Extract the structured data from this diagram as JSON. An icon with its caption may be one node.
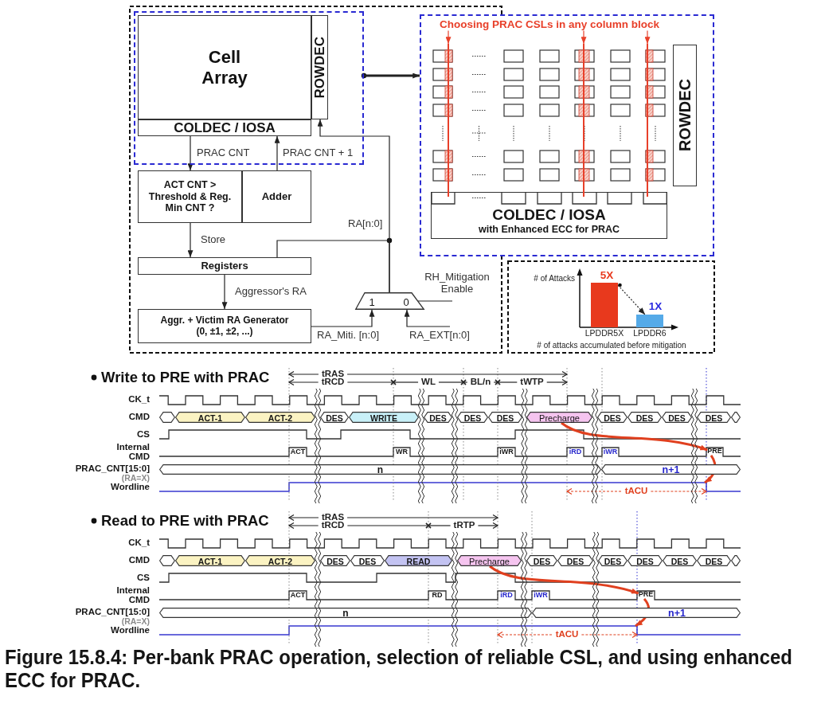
{
  "diagram": {
    "caption": "Figure 15.8.4: Per-bank PRAC operation, selection of reliable CSL, and using enhanced ECC for PRAC.",
    "nodes": [
      {
        "text": [],
        "shape": "box"
      },
      {
        "text": [
          "Cell Array"
        ],
        "in": 0
      },
      {
        "text": [
          "ROWDEC"
        ],
        "in": 0
      },
      {
        "text": [
          "COLDEC / IOSA"
        ],
        "in": 0
      },
      {
        "text": [
          "ACT CNT > Threshold & Reg. Min CNT ?"
        ]
      },
      {
        "text": [
          "Adder"
        ]
      },
      {
        "text": [
          "Registers"
        ]
      },
      {
        "text": [
          "Aggr. + Victim RA Generator (0, ±1, ±2, ...)"
        ]
      },
      {
        "text": [
          "1",
          "0"
        ]
      },
      {
        "text": [],
        "shape": "box"
      },
      {
        "text": [
          "Choosing PRAC CSLs in any column block"
        ],
        "in": 9
      },
      {
        "text": [
          "ROWDEC"
        ],
        "in": 9
      },
      {
        "text": [
          "COLDEC / IOSA",
          "with Enhanced ECC for PRAC"
        ],
        "in": 9
      },
      {
        "text": [],
        "shape": "hexagon"
      },
      {
        "text": [
          "ACT-1"
        ]
      },
      {
        "text": [
          "ACT-2"
        ]
      },
      {
        "text": [
          "DES"
        ]
      },
      {
        "text": [
          "WRITE"
        ]
      },
      {
        "text": [
          "DES"
        ]
      },
      {
        "text": [
          "DES"
        ]
      },
      {
        "text": [
          "DES"
        ]
      },
      {
        "text": [
          "Precharge"
        ]
      },
      {
        "text": [
          "DES"
        ]
      },
      {
        "text": [
          "DES"
        ]
      },
      {
        "text": [
          "DES"
        ]
      },
      {
        "text": [
          "DES"
        ]
      },
      {
        "text": [],
        "shape": "hexagon"
      },
      {
        "text": [
          "PRE"
        ]
      },
      {
        "text": [
          "n"
        ]
      },
      {
        "text": [
          "n+1"
        ]
      },
      {
        "text": [],
        "shape": "hexagon"
      },
      {
        "text": [
          "ACT-1"
        ]
      },
      {
        "text": [
          "ACT-2"
        ]
      },
      {
        "text": [
          "DES"
        ]
      },
      {
        "text": [
          "DES"
        ]
      },
      {
        "text": [
          "READ"
        ]
      },
      {
        "text": [
          "Precharge"
        ]
      },
      {
        "text": [
          "DES"
        ]
      },
      {
        "text": [
          "DES"
        ]
      },
      {
        "text": [
          "DES"
        ]
      },
      {
        "text": [
          "DES"
        ]
      },
      {
        "text": [
          "DES"
        ]
      },
      {
        "text": [
          "DES"
        ]
      },
      {
        "text": [],
        "shape": "hexagon"
      },
      {
        "text": [
          "PRE"
        ]
      },
      {
        "text": [
          "n"
        ]
      },
      {
        "text": [
          "n+1"
        ]
      },
      {
        "text": [],
        "shape": "line",
        "in": 9
      },
      {
        "text": [],
        "shape": "line",
        "in": 9
      },
      {
        "text": [],
        "shape": "line",
        "in": 9
      },
      {
        "text": [],
        "shape": "line"
      },
      {
        "text": [],
        "shape": "line"
      },
      {
        "text": [],
        "shape": "bar"
      },
      {
        "text": [],
        "shape": "bar"
      }
    ],
    "edges": [
      {
        "from": 0,
        "to": 9,
        "arrow": "to",
        "style": "thick"
      },
      {
        "from": 3,
        "to": 4,
        "arrow": "to",
        "label": "PRAC CNT"
      },
      {
        "from": 5,
        "to": 3,
        "arrow": "to",
        "label": "PRAC CNT + 1"
      },
      {
        "from": 4,
        "to": 6,
        "arrow": "to",
        "label": "Store"
      },
      {
        "from": 6,
        "to": 7,
        "arrow": "to",
        "label": "Aggressor's RA"
      },
      {
        "from": 7,
        "to": 8,
        "arrow": "to",
        "label": "RA_Miti. [n:0]"
      },
      {
        "from": null,
        "to": 8,
        "arrow": "to",
        "label": "RA_EXT[n:0]"
      },
      {
        "from": null,
        "to": 8,
        "arrow": "none",
        "label": "RH_Mitigation Enable"
      },
      {
        "from": 8,
        "to": 2,
        "arrow": "to",
        "label": "RA[n:0]"
      },
      {
        "from": 8,
        "to": 6,
        "arrow": "to"
      },
      {
        "from": 10,
        "to": 47,
        "arrow": "to",
        "color": "#e8402a"
      },
      {
        "from": 10,
        "to": 48,
        "arrow": "to",
        "color": "#e8402a"
      },
      {
        "from": 10,
        "to": 49,
        "arrow": "to",
        "color": "#e8402a"
      },
      {
        "from": 21,
        "to": 27,
        "arrow": "to",
        "style": "thick",
        "color": "#e0401f"
      },
      {
        "from": 27,
        "to": 50,
        "arrow": "to",
        "style": "thick",
        "color": "#e0401f"
      },
      {
        "from": 36,
        "to": 44,
        "arrow": "to",
        "style": "thick",
        "color": "#e0401f"
      },
      {
        "from": 44,
        "to": 51,
        "arrow": "to",
        "style": "thick",
        "color": "#e0401f"
      },
      {
        "from": 52,
        "to": 53,
        "arrow": "to",
        "style": "dashed"
      }
    ],
    "labels": [
      "# of Attacks",
      "5X",
      "1X",
      "LPDDR5X",
      "LPDDR6",
      "# of attacks accumulated before mitigation",
      "Write to PRE with PRAC",
      "tRAS",
      "tRCD",
      "WL",
      "BL/n",
      "tWTP",
      "CK_t",
      "CMD",
      "CS",
      "Internal CMD",
      "ACT",
      "WR",
      "iWR",
      "iRD",
      "iWR",
      "PRAC_CNT[15:0]",
      "(RA=X)",
      "Wordline",
      "tACU",
      "Read to PRE with PRAC",
      "tRAS",
      "tRCD",
      "tRTP",
      "CK_t",
      "CMD",
      "CS",
      "Internal CMD",
      "ACT",
      "RD",
      "iRD",
      "iWR",
      "PRAC_CNT[15:0]",
      "(RA=X)",
      "Wordline",
      "tACU"
    ]
  }
}
